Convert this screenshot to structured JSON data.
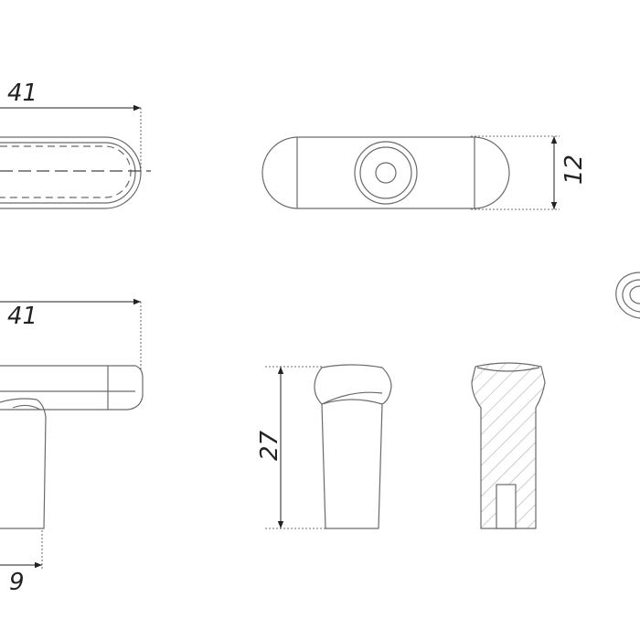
{
  "dimensions": {
    "top_length": "41",
    "top_height": "12",
    "side_length": "41",
    "stem_width": "9",
    "total_height": "27"
  },
  "colors": {
    "line": "#6a6a6a",
    "dim_line": "#222222",
    "hatch": "#8a8a8a",
    "background": "#ffffff"
  }
}
